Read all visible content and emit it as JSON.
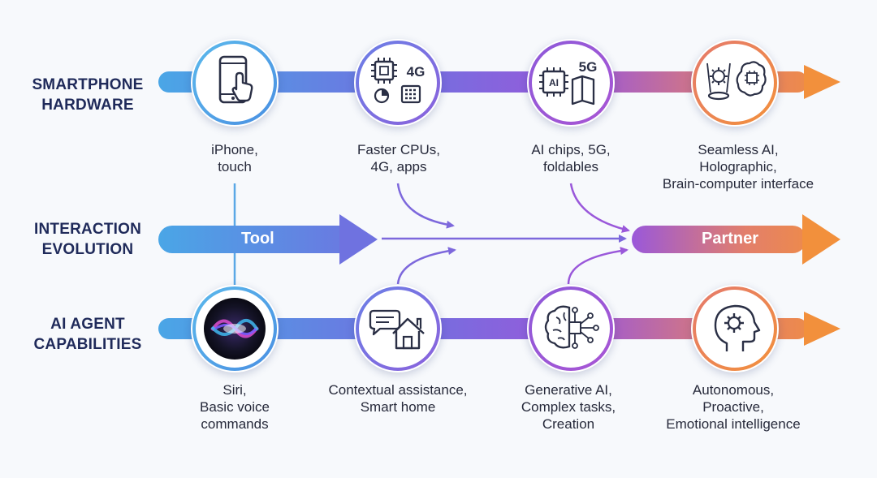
{
  "rows": {
    "hardware": {
      "label_line1": "SMARTPHONE",
      "label_line2": "HARDWARE"
    },
    "interaction": {
      "label_line1": "INTERACTION",
      "label_line2": "EVOLUTION"
    },
    "agent": {
      "label_line1": "AI AGENT",
      "label_line2": "CAPABILITIES"
    }
  },
  "hardware_stages": [
    {
      "icon": "smartphone-touch-icon",
      "line1": "iPhone,",
      "line2": "touch",
      "line3": ""
    },
    {
      "icon": "cpu-4g-apps-icon",
      "badge": "4G",
      "line1": "Faster CPUs,",
      "line2": "4G, apps",
      "line3": ""
    },
    {
      "icon": "ai-chip-5g-foldable-icon",
      "badge": "5G",
      "chip_text": "AI",
      "line1": "AI chips, 5G,",
      "line2": "foldables",
      "line3": ""
    },
    {
      "icon": "hologram-brain-chip-icon",
      "line1": "Seamless AI,",
      "line2": "Holographic,",
      "line3": "Brain-computer interface"
    }
  ],
  "interaction_band": {
    "left_label": "Tool",
    "right_label": "Partner"
  },
  "agent_stages": [
    {
      "icon": "siri-orb-icon",
      "line1": "Siri,",
      "line2": "Basic voice",
      "line3": "commands"
    },
    {
      "icon": "chat-smart-home-icon",
      "line1": "Contextual assistance,",
      "line2": "Smart home",
      "line3": ""
    },
    {
      "icon": "brain-circuit-icon",
      "line1": "Generative AI,",
      "line2": "Complex tasks,",
      "line3": "Creation"
    },
    {
      "icon": "head-gear-icon",
      "line1": "Autonomous,",
      "line2": "Proactive,",
      "line3": "Emotional intelligence"
    }
  ],
  "colors": {
    "blue": "#4aa6e6",
    "indigo": "#6f72e0",
    "purple": "#9a58da",
    "orange": "#f2903c",
    "label": "#1f2a5a"
  }
}
